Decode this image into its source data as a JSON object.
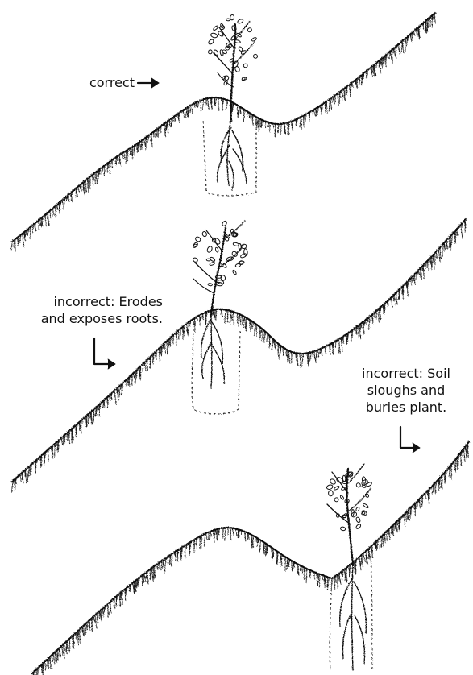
{
  "labels": {
    "correct": "correct",
    "incorrect_erodes": [
      "incorrect: Erodes",
      "and exposes roots."
    ],
    "incorrect_sloughs": [
      "incorrect: Soil",
      "sloughs and",
      "buries plant."
    ]
  },
  "colors": {
    "ink": "#111111",
    "background": "#ffffff"
  }
}
